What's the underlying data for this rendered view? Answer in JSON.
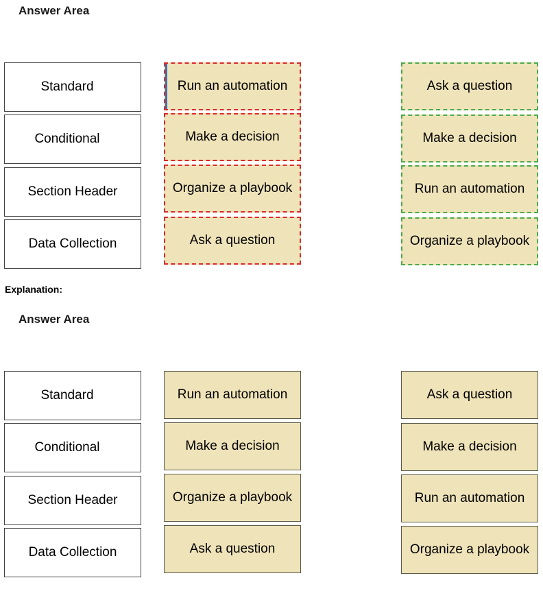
{
  "question": {
    "title": "Answer Area",
    "labels": [
      "Standard",
      "Conditional",
      "Section Header",
      "Data Collection"
    ],
    "middle_items": [
      "Run an automation",
      "Make a decision",
      "Organize a playbook",
      "Ask a question"
    ],
    "right_items": [
      "Ask a question",
      "Make a decision",
      "Run an automation",
      "Organize a playbook"
    ]
  },
  "explanation_label": "Explanation:",
  "explanation": {
    "title": "Answer Area",
    "labels": [
      "Standard",
      "Conditional",
      "Section Header",
      "Data Collection"
    ],
    "middle_items": [
      "Run an automation",
      "Make a decision",
      "Organize a playbook",
      "Ask a question"
    ],
    "right_items": [
      "Ask a question",
      "Make a decision",
      "Run an automation",
      "Organize a playbook"
    ]
  },
  "colors": {
    "tile_fill": "#efe3b9",
    "highlight_selected": "#d92a2a",
    "highlight_source": "#4aaa4a"
  }
}
